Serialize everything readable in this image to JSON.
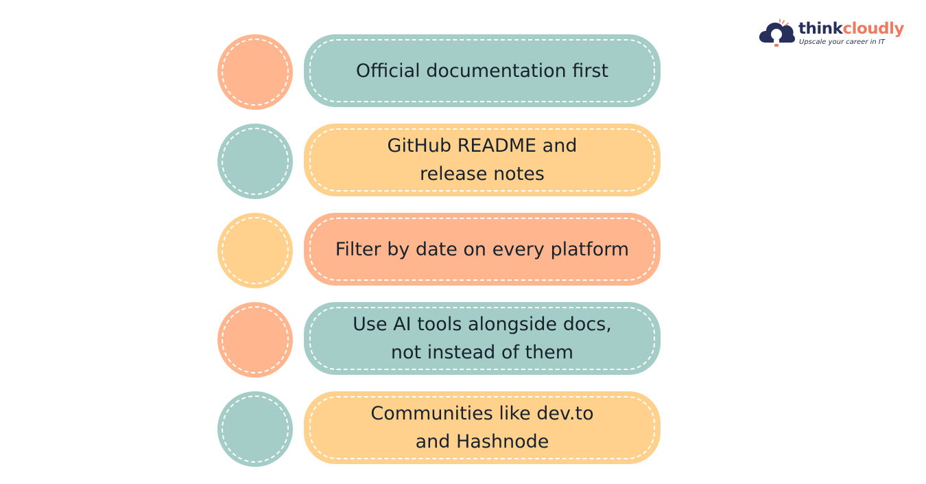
{
  "colors": {
    "peach": "#ffb68e",
    "teal": "#a3cdc6",
    "yellow": "#ffd18d",
    "text": "#17222c",
    "logo_navy": "#27305a",
    "logo_coral": "#ef7a62"
  },
  "items": [
    {
      "text": "Official documentation first",
      "circle_color": "#ffb68e",
      "pill_color": "#a3cdc6"
    },
    {
      "text": "GitHub README and\nrelease notes",
      "circle_color": "#a3cdc6",
      "pill_color": "#ffd18d"
    },
    {
      "text": "Filter by date on every platform",
      "circle_color": "#ffd18d",
      "pill_color": "#ffb68e"
    },
    {
      "text": "Use AI tools alongside docs,\nnot instead of them",
      "circle_color": "#ffb68e",
      "pill_color": "#a3cdc6"
    },
    {
      "text": "Communities like dev.to\nand Hashnode",
      "circle_color": "#a3cdc6",
      "pill_color": "#ffd18d"
    }
  ],
  "logo": {
    "brand_part1": "think",
    "brand_part2": "cloudly",
    "tagline": "Upscale your career in IT",
    "icon": "cloud-bulb-icon"
  }
}
